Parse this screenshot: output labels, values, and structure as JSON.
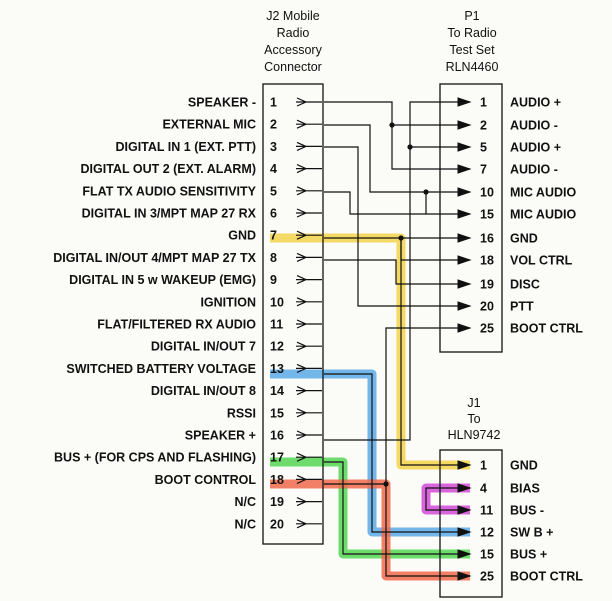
{
  "headers": {
    "j2": [
      "J2 Mobile",
      "Radio",
      "Accessory",
      "Connector"
    ],
    "p1": [
      "P1",
      "To Radio",
      "Test Set",
      "RLN4460"
    ],
    "j1": [
      "J1",
      "To",
      "HLN9742"
    ]
  },
  "j2_pins": [
    {
      "num": "1",
      "label": "SPEAKER -"
    },
    {
      "num": "2",
      "label": "EXTERNAL MIC"
    },
    {
      "num": "3",
      "label": "DIGITAL IN 1 (EXT. PTT)"
    },
    {
      "num": "4",
      "label": "DIGITAL OUT 2 (EXT. ALARM)"
    },
    {
      "num": "5",
      "label": "FLAT TX AUDIO SENSITIVITY"
    },
    {
      "num": "6",
      "label": "DIGITAL IN 3/MPT MAP 27 RX"
    },
    {
      "num": "7",
      "label": "GND"
    },
    {
      "num": "8",
      "label": "DIGITAL IN/OUT 4/MPT MAP 27 TX"
    },
    {
      "num": "9",
      "label": "DIGITAL IN 5 w WAKEUP (EMG)"
    },
    {
      "num": "10",
      "label": "IGNITION"
    },
    {
      "num": "11",
      "label": "FLAT/FILTERED RX AUDIO"
    },
    {
      "num": "12",
      "label": "DIGITAL IN/OUT 7"
    },
    {
      "num": "13",
      "label": "SWITCHED BATTERY VOLTAGE"
    },
    {
      "num": "14",
      "label": "DIGITAL IN/OUT 8"
    },
    {
      "num": "15",
      "label": "RSSI"
    },
    {
      "num": "16",
      "label": "SPEAKER +"
    },
    {
      "num": "17",
      "label": "BUS + (FOR CPS AND FLASHING)"
    },
    {
      "num": "18",
      "label": "BOOT CONTROL"
    },
    {
      "num": "19",
      "label": "N/C"
    },
    {
      "num": "20",
      "label": "N/C"
    }
  ],
  "p1_pins": [
    {
      "num": "1",
      "label": "AUDIO +"
    },
    {
      "num": "2",
      "label": "AUDIO -"
    },
    {
      "num": "5",
      "label": "AUDIO +"
    },
    {
      "num": "7",
      "label": "AUDIO -"
    },
    {
      "num": "10",
      "label": "MIC AUDIO"
    },
    {
      "num": "15",
      "label": "MIC AUDIO"
    },
    {
      "num": "16",
      "label": "GND"
    },
    {
      "num": "18",
      "label": "VOL CTRL"
    },
    {
      "num": "19",
      "label": "DISC"
    },
    {
      "num": "20",
      "label": "PTT"
    },
    {
      "num": "25",
      "label": "BOOT CTRL"
    }
  ],
  "j1_pins": [
    {
      "num": "1",
      "label": "GND"
    },
    {
      "num": "4",
      "label": "BIAS"
    },
    {
      "num": "11",
      "label": "BUS -"
    },
    {
      "num": "12",
      "label": "SW B +"
    },
    {
      "num": "15",
      "label": "BUS +"
    },
    {
      "num": "25",
      "label": "BOOT CTRL"
    }
  ],
  "colors": {
    "gnd": "#f2d34a",
    "switched_battery": "#5aa9e6",
    "bus_plus": "#55d655",
    "boot": "#ef6a4c",
    "bias": "#d24ad8"
  }
}
